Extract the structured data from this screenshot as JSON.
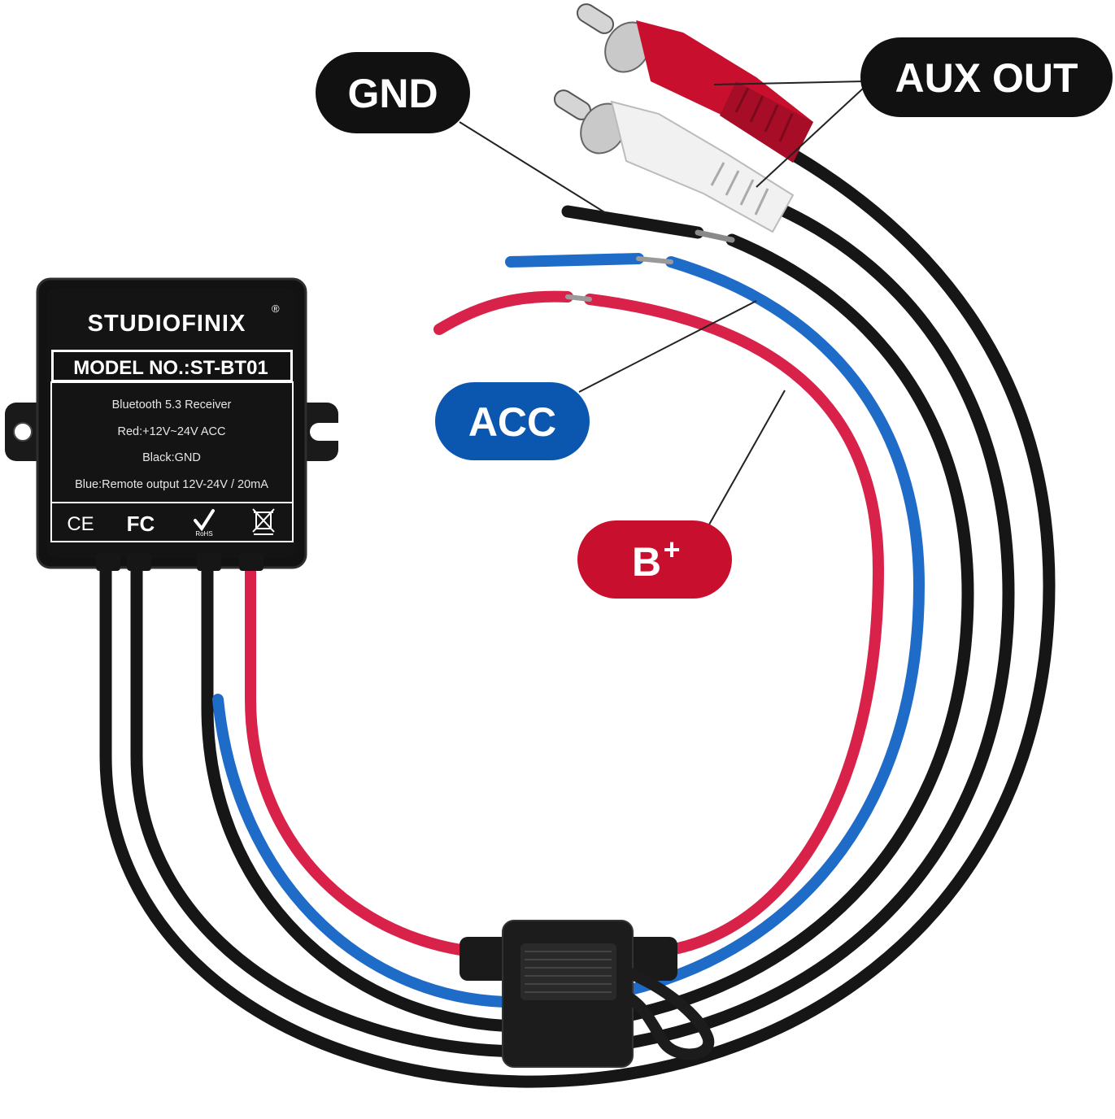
{
  "labels": {
    "gnd": "GND",
    "aux_out": "AUX OUT",
    "acc": "ACC",
    "b_plus_letter": "B",
    "b_plus_sign": "+"
  },
  "module": {
    "brand": "STUDIOFINIX",
    "registered_mark": "®",
    "model": "MODEL NO.:ST-BT01",
    "spec_lines": [
      "Bluetooth 5.3 Receiver",
      "Red:+12V~24V ACC",
      "Black:GND",
      "Blue:Remote output 12V-24V / 20mA"
    ],
    "certifications": [
      "CE",
      "FC",
      "RoHS"
    ]
  },
  "colors": {
    "wire_black": "#161616",
    "wire_red": "#d8224a",
    "wire_blue": "#1e6cc8",
    "pill_black": "#111111",
    "pill_blue": "#0b57b0",
    "pill_red": "#c8102e",
    "rca_red": "#c8102e",
    "rca_white": "#eeeeee",
    "module_body": "#121212"
  }
}
